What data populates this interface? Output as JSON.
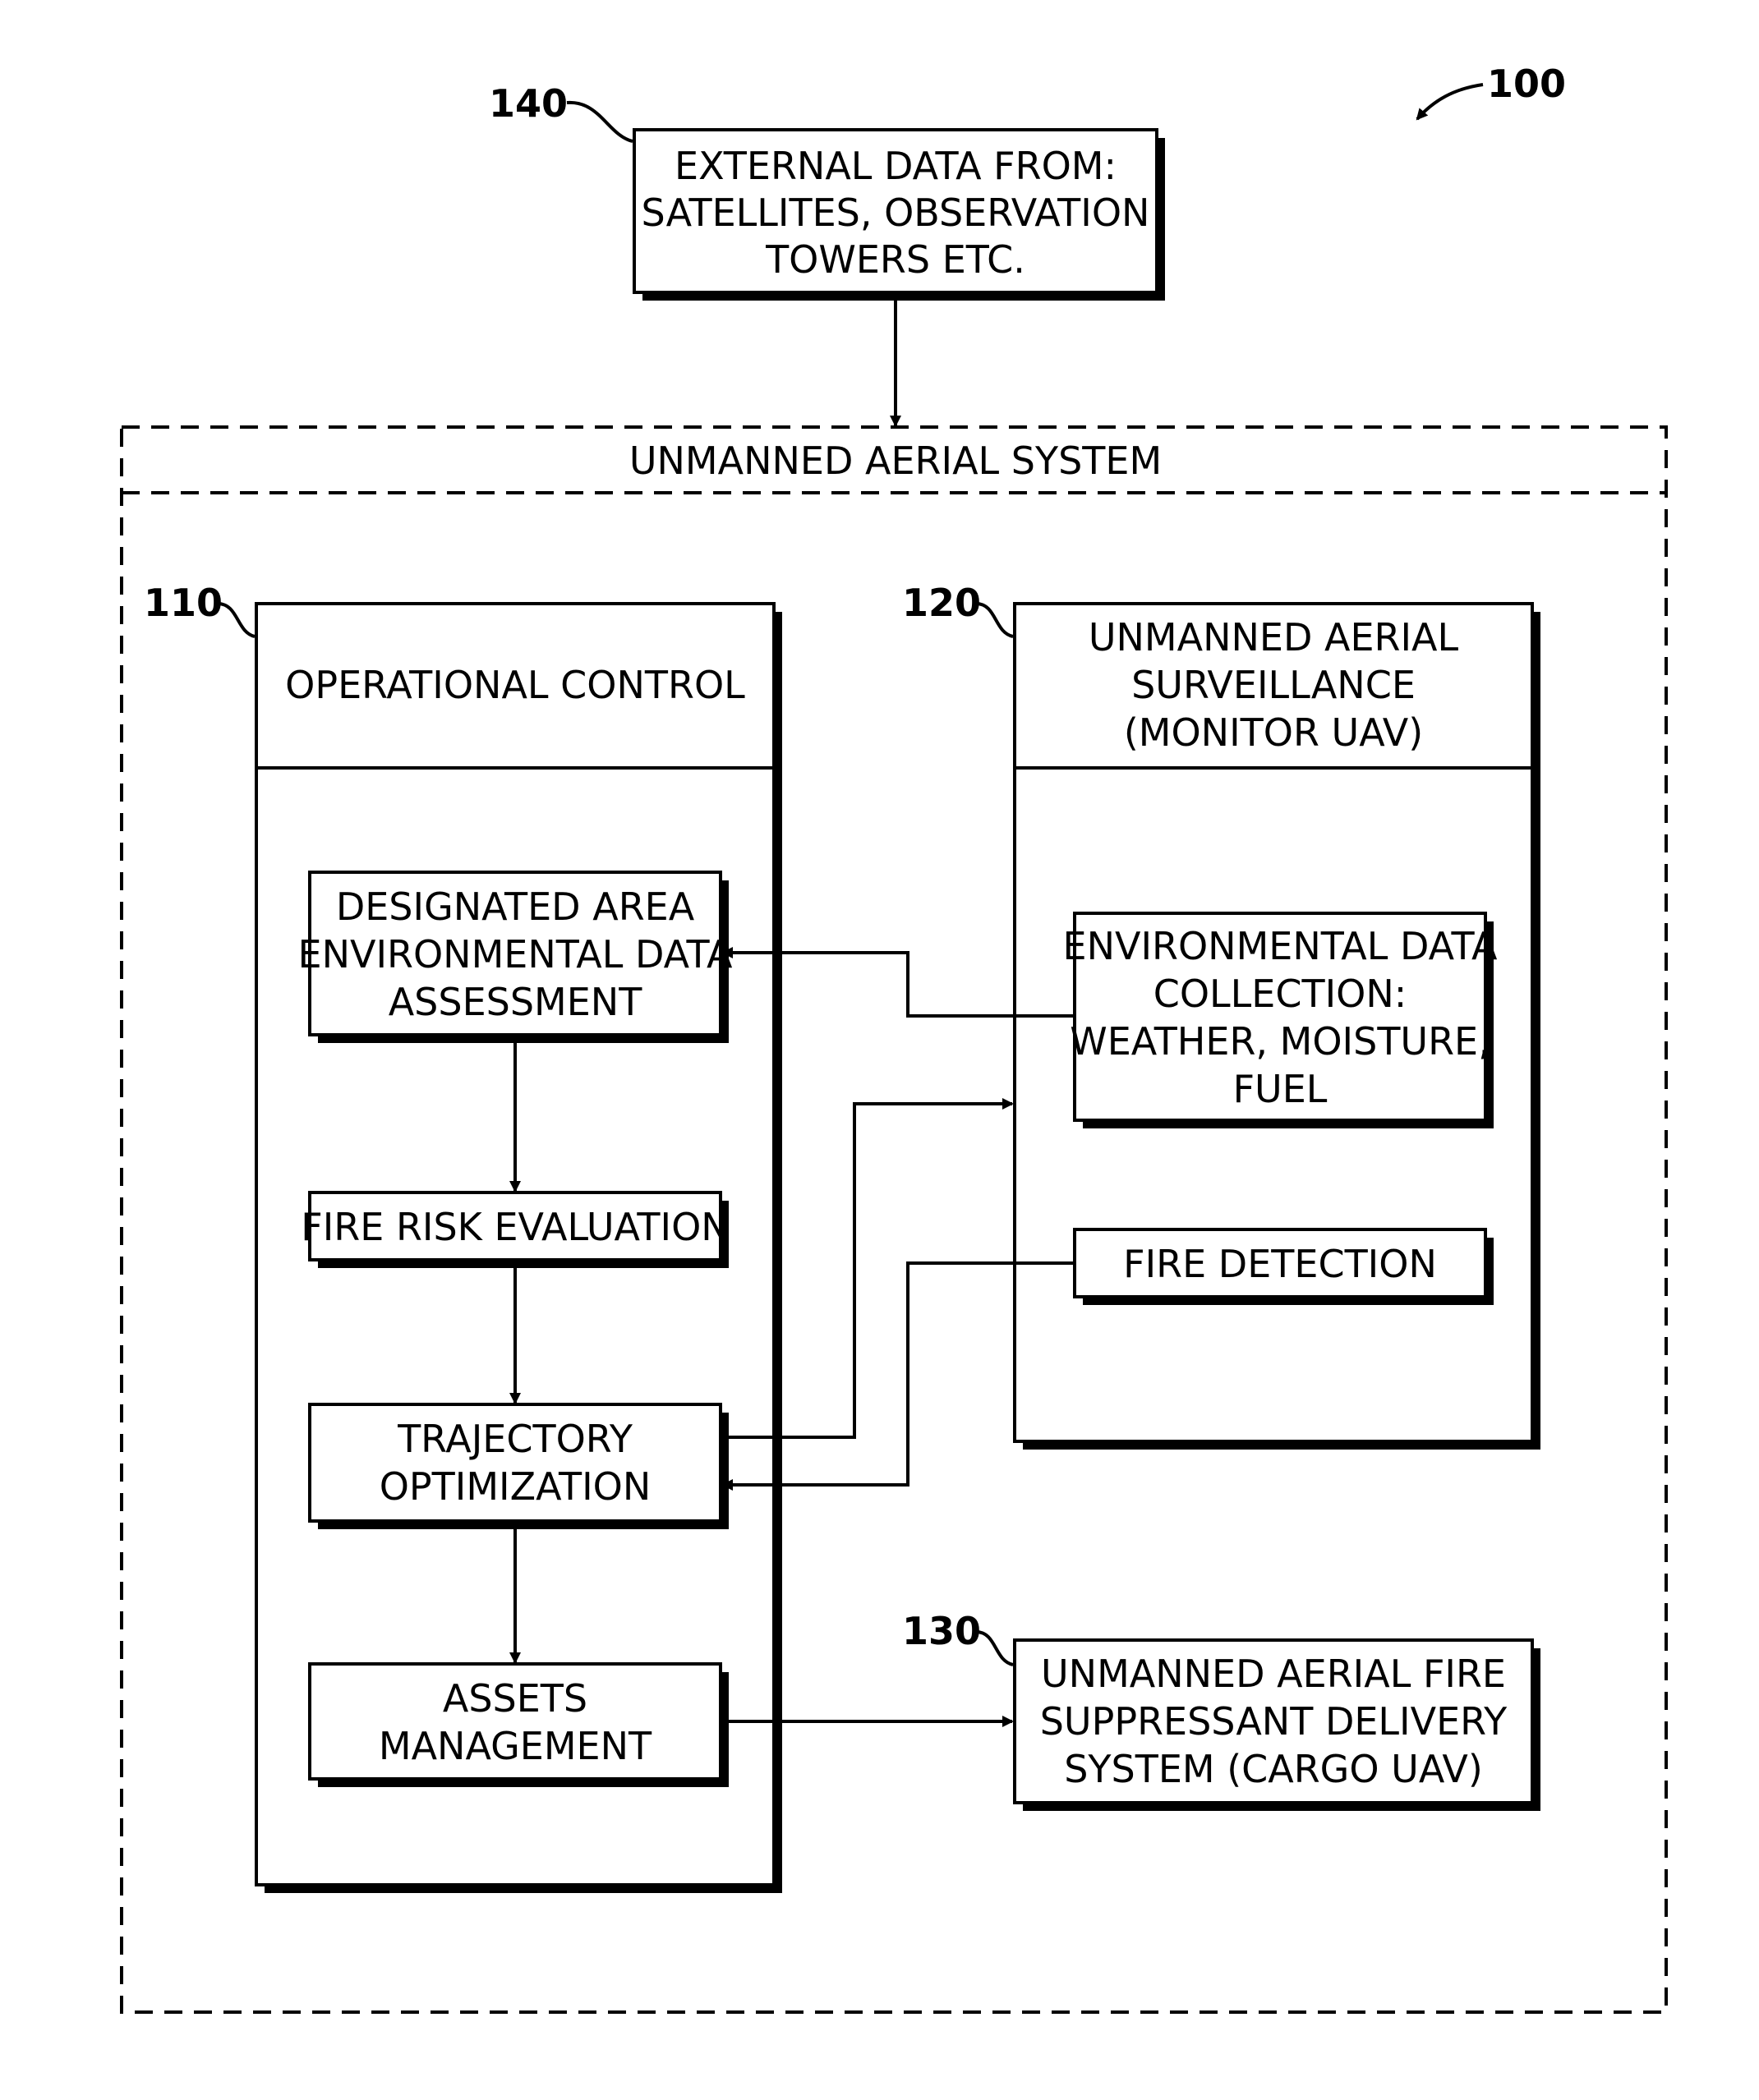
{
  "figure_ref": "100",
  "external": {
    "ref": "140",
    "lines": [
      "EXTERNAL DATA FROM:",
      "SATELLITES, OBSERVATION",
      "TOWERS ETC."
    ]
  },
  "system": {
    "title": "UNMANNED AERIAL SYSTEM"
  },
  "operational_control": {
    "ref": "110",
    "title": "OPERATIONAL CONTROL",
    "assessment": [
      "DESIGNATED AREA",
      "ENVIRONMENTAL DATA",
      "ASSESSMENT"
    ],
    "fire_risk": [
      "FIRE RISK EVALUATION"
    ],
    "trajectory": [
      "TRAJECTORY",
      "OPTIMIZATION"
    ],
    "assets": [
      "ASSETS",
      "MANAGEMENT"
    ]
  },
  "surveillance": {
    "ref": "120",
    "title": [
      "UNMANNED AERIAL",
      "SURVEILLANCE",
      "(MONITOR UAV)"
    ],
    "env_collection": [
      "ENVIRONMENTAL DATA",
      "COLLECTION:",
      "WEATHER, MOISTURE,",
      "FUEL"
    ],
    "fire_detection": [
      "FIRE DETECTION"
    ]
  },
  "delivery": {
    "ref": "130",
    "lines": [
      "UNMANNED AERIAL FIRE",
      "SUPPRESSANT DELIVERY",
      "SYSTEM (CARGO UAV)"
    ]
  }
}
